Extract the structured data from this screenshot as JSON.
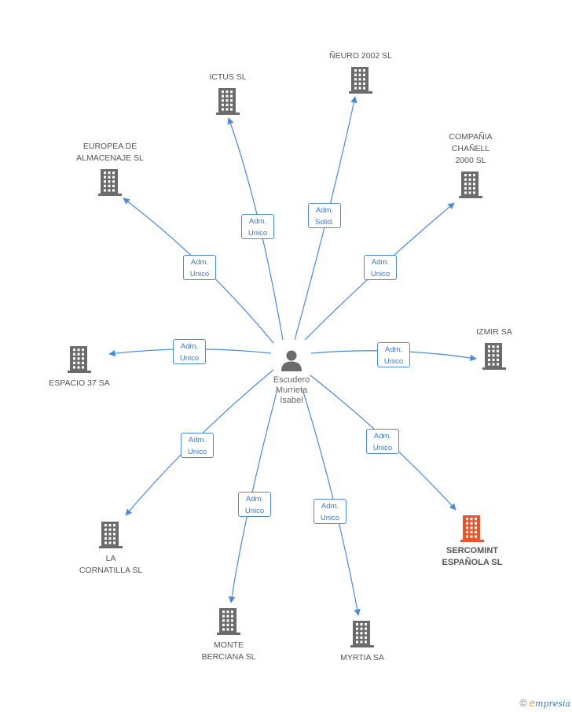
{
  "center": {
    "name": "Escudero\nMurrieta\nIsabel",
    "icon": "person-icon"
  },
  "colors": {
    "edge": "#4a8ad8",
    "building": "#6b6b6b",
    "building_highlight": "#e8552a",
    "badge_text": "#3a78c8"
  },
  "nodes": [
    {
      "id": "neuro",
      "label": "ÑEURO 2002 SL",
      "role": "Adm.\nSolid.",
      "highlight": false
    },
    {
      "id": "ictus",
      "label": "ICTUS SL",
      "role": "Adm.\nUnico",
      "highlight": false
    },
    {
      "id": "europea",
      "label": "EUROPEA DE\nALMACENAJE SL",
      "role": "Adm.\nUnico",
      "highlight": false
    },
    {
      "id": "compania",
      "label": "COMPAÑIA\nCHAÑELL\n2000 SL",
      "role": "Adm.\nUnico",
      "highlight": false
    },
    {
      "id": "izmir",
      "label": "IZMIR SA",
      "role": "Adm.\nUnico",
      "highlight": false
    },
    {
      "id": "espacio",
      "label": "ESPACIO 37 SA",
      "role": "Adm.\nUnico",
      "highlight": false
    },
    {
      "id": "sercomint",
      "label": "SERCOMINT\nESPAÑOLA SL",
      "role": "Adm.\nUnico",
      "highlight": true
    },
    {
      "id": "cornatilla",
      "label": "LA\nCORNATILLA SL",
      "role": "Adm.\nUnico",
      "highlight": false
    },
    {
      "id": "monte",
      "label": "MONTE\nBERCIANA SL",
      "role": "Adm.\nUnico",
      "highlight": false
    },
    {
      "id": "myrtia",
      "label": "MYRTIA SA",
      "role": "Adm.\nUnico",
      "highlight": false
    }
  ],
  "footer": {
    "copyright": "©",
    "brand_initial": "e",
    "brand_rest": "mpresia"
  }
}
